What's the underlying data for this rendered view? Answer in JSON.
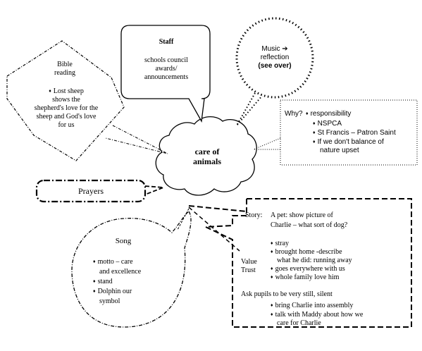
{
  "center": {
    "line1": "care of",
    "line2": "animals"
  },
  "bible": {
    "title_line1": "Bible",
    "title_line2": "reading",
    "lines": [
      "Lost sheep",
      "shows the",
      "shepherd's love for the",
      "sheep and God's love",
      "for us"
    ]
  },
  "staff": {
    "title": "Staff",
    "lines": [
      "schools council",
      "awards/",
      "announcements"
    ]
  },
  "music": {
    "line1": "Music ➔",
    "line2": "reflection",
    "line3": "(see over)"
  },
  "why": {
    "label": "Why?",
    "items": [
      "responsibility",
      "NSPCA",
      "St Francis – Patron Saint",
      "If we don't balance of",
      "nature upset"
    ]
  },
  "prayers": {
    "label": "Prayers"
  },
  "song": {
    "title": "Song",
    "items": [
      "motto – care",
      "and excellence",
      "stand",
      "Dolphin our",
      "symbol"
    ]
  },
  "story": {
    "label": "Story:",
    "line1": "A pet: show picture of",
    "line2": "Charlie   – what sort of dog?",
    "list1": [
      "stray",
      "brought home -describe",
      "what he did: running away",
      "goes everywhere with us",
      "whole family love him"
    ],
    "side_label1": "Value",
    "side_label2": "Trust",
    "ask": "Ask pupils to be very still, silent",
    "list2": [
      "bring Charlie into assembly",
      "talk  with  Maddy  about  how  we",
      "care for Charlie"
    ]
  }
}
